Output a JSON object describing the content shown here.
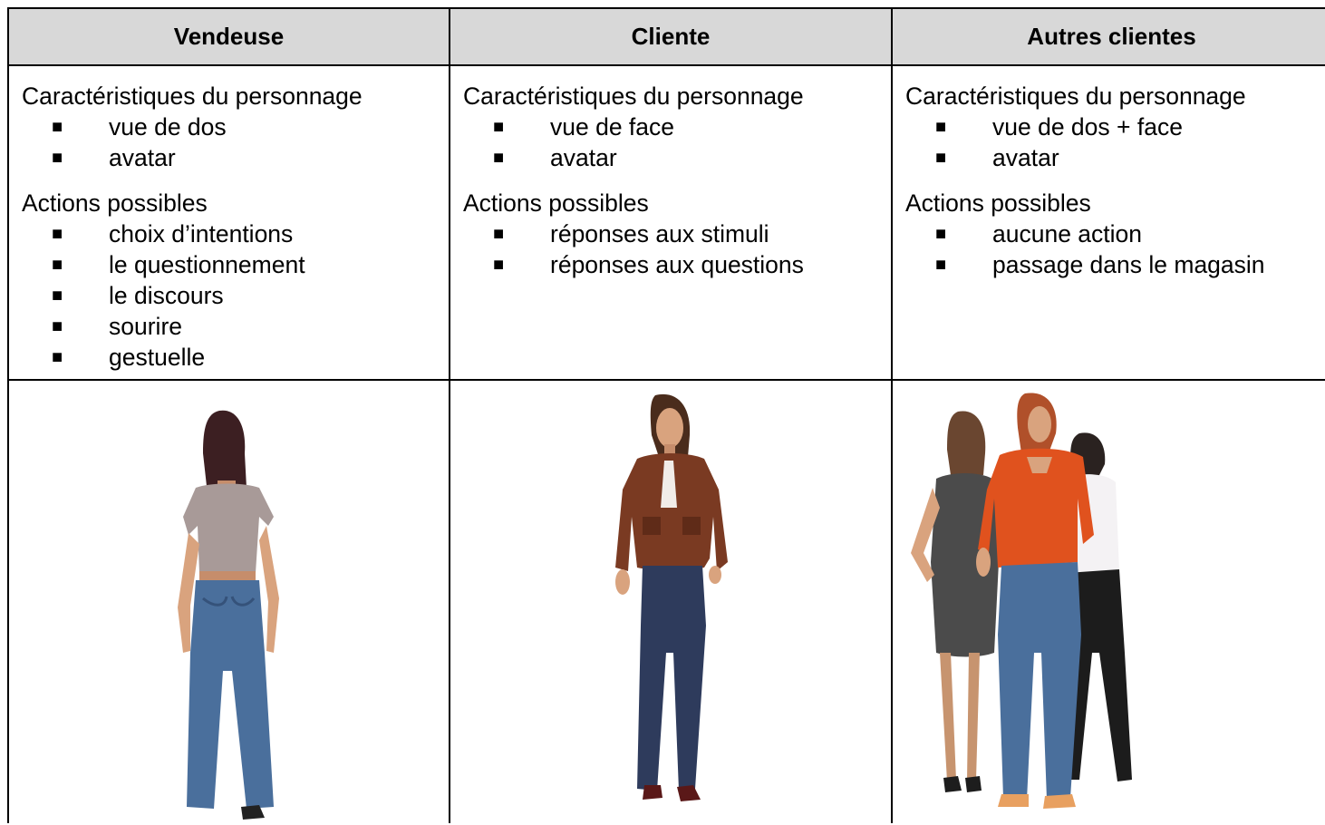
{
  "columns": [
    {
      "header": "Vendeuse",
      "characteristics_title": "Caractéristiques du personnage",
      "characteristics": [
        "vue de dos",
        "avatar"
      ],
      "actions_title": "Actions possibles",
      "actions": [
        "choix d’intentions",
        "le questionnement",
        "le discours",
        "sourire",
        "gestuelle"
      ]
    },
    {
      "header": "Cliente",
      "characteristics_title": "Caractéristiques du personnage",
      "characteristics": [
        "vue de face",
        "avatar"
      ],
      "actions_title": "Actions possibles",
      "actions": [
        "réponses aux stimuli",
        "réponses aux questions"
      ]
    },
    {
      "header": "Autres clientes",
      "characteristics_title": "Caractéristiques du personnage",
      "characteristics": [
        "vue de dos + face",
        "avatar"
      ],
      "actions_title": "Actions possibles",
      "actions": [
        "aucune action",
        "passage dans le magasin"
      ]
    }
  ],
  "bullet_glyph": "■",
  "colors": {
    "header_bg": "#d8d8d8",
    "border": "#000000",
    "jeans": "#4a6f9c",
    "jacket": "#7a3a22",
    "orange_top": "#e0521e",
    "grey_top": "#a89a98",
    "hair_dark": "#3c1f22",
    "skin": "#d9a37e"
  }
}
